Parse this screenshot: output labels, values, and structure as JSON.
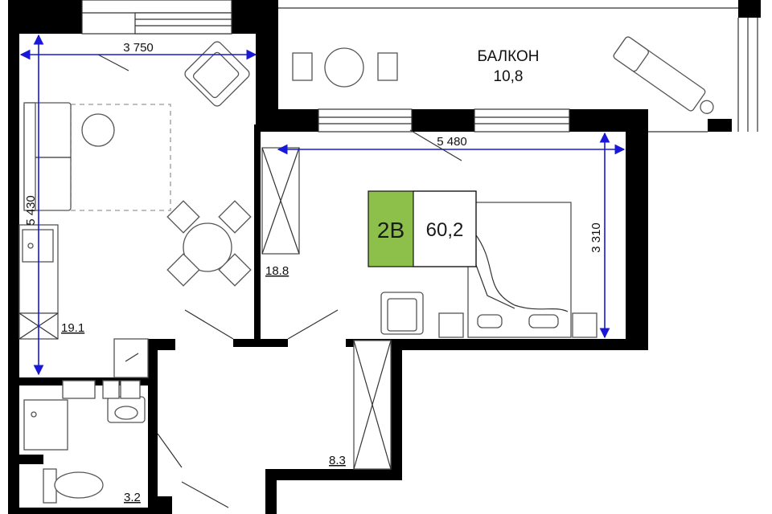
{
  "balcony": {
    "name": "БАЛКОН",
    "area": "10,8"
  },
  "dimensions": {
    "living_width": "3 750",
    "living_depth": "5 430",
    "bedroom_width": "5 480",
    "bedroom_depth": "3 310"
  },
  "rooms": {
    "living": "19.1",
    "bedroom": "18.8",
    "hall": "8.3",
    "bathroom": "3.2"
  },
  "badge": {
    "code": "2В",
    "area": "60,2",
    "code_color": "#8dc04a"
  },
  "colors": {
    "dimension": "#1818d6",
    "wall": "#000000"
  }
}
